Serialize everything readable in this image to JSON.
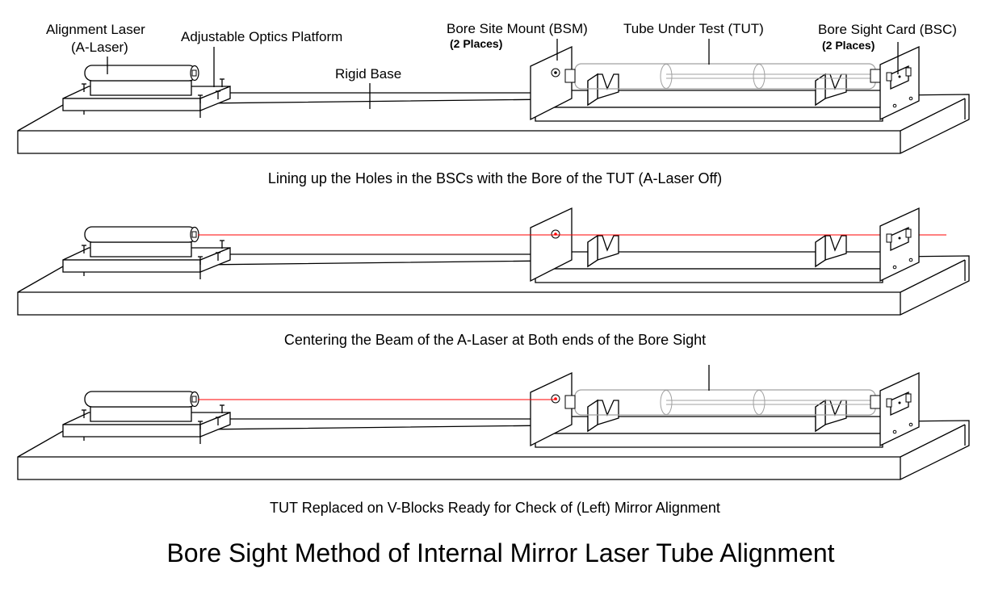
{
  "labels": {
    "alignment_laser": "Alignment Laser",
    "alignment_laser_abbr": "(A-Laser)",
    "optics_platform": "Adjustable Optics Platform",
    "rigid_base": "Rigid Base",
    "bsm": "Bore Site Mount (BSM)",
    "bsm_places": "(2 Places)",
    "tut": "Tube Under Test (TUT)",
    "bsc": "Bore Sight Card (BSC)",
    "bsc_places": "(2 Places)"
  },
  "captions": [
    "Lining up the Holes in the BSCs with the Bore of the TUT (A-Laser Off)",
    "Centering the Beam of the A-Laser at Both ends of the Bore Sight",
    "TUT Replaced on V-Blocks Ready for Check of (Left) Mirror Alignment"
  ],
  "title": "Bore Sight Method of Internal Mirror Laser Tube Alignment",
  "panels": [
    {
      "laser_on": false,
      "tube_present": true,
      "beam_end": "none"
    },
    {
      "laser_on": true,
      "tube_present": false,
      "beam_end": "past-right-card"
    },
    {
      "laser_on": true,
      "tube_present": true,
      "beam_end": "left-mount"
    }
  ],
  "colors": {
    "line": "#000000",
    "beam": "#ff0000",
    "tube": "#a0a0a0"
  }
}
